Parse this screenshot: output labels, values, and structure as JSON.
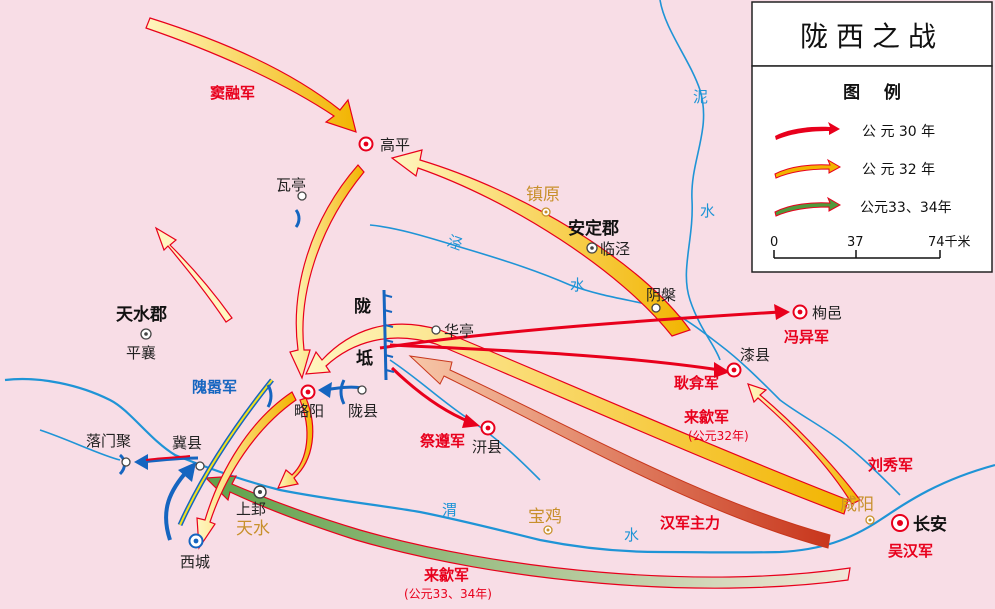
{
  "title": "陇西之战",
  "legend": {
    "heading": "图    例",
    "items": [
      {
        "label": "公 元 30 年",
        "color": "#e8001c"
      },
      {
        "label": "公 元 32 年",
        "color": "#f2b400"
      },
      {
        "label": "公元33、34年",
        "color": "#4f9a3c"
      }
    ],
    "scale": {
      "ticks": [
        "0",
        "37",
        "74千米"
      ]
    }
  },
  "colors": {
    "background": "#f8dde6",
    "river": "#1f94d6",
    "army_30": "#e8001c",
    "army_32": "#f2b400",
    "army_3334": "#4f9a3c",
    "wei_army": "#1565c0",
    "modern_place": "#c8902c"
  },
  "rivers": {
    "jing": "泾",
    "jing2": "水",
    "wei": "渭",
    "wei2": "水",
    "ni": "泥",
    "ni2": "水"
  },
  "commanderies": {
    "tianshui": "天水郡",
    "anding": "安定郡"
  },
  "places": {
    "gaoping": "高平",
    "wating": "瓦亭",
    "linjing": "临泾",
    "yinpan": "阴槃",
    "xuyi": "栒邑",
    "qixian": "漆县",
    "huating": "华亭",
    "pingxiang": "平襄",
    "lueyang": "略阳",
    "longxian": "陇县",
    "qianxian": "汧县",
    "luomenju": "落门聚",
    "jixian": "冀县",
    "shanggui": "上邽",
    "xicheng": "西城",
    "changan": "长安"
  },
  "modern": {
    "zhenyuan": "镇原",
    "baoji": "宝鸡",
    "xianyang": "咸阳",
    "tianshui": "天水"
  },
  "pass": {
    "long": "陇",
    "di": "坻"
  },
  "armies": {
    "dourong": "窦融军",
    "fengyi": "冯异军",
    "gengyan": "耿弇军",
    "laixi32": "来歙军",
    "laixi32_year": "(公元32年)",
    "jizun": "祭遵军",
    "liuxiu": "刘秀军",
    "hanmain": "汉军主力",
    "wuhan": "吴汉军",
    "laixi3334": "来歙军",
    "laixi3334_year": "(公元33、34年)",
    "weixiao": "隗嚣军"
  }
}
